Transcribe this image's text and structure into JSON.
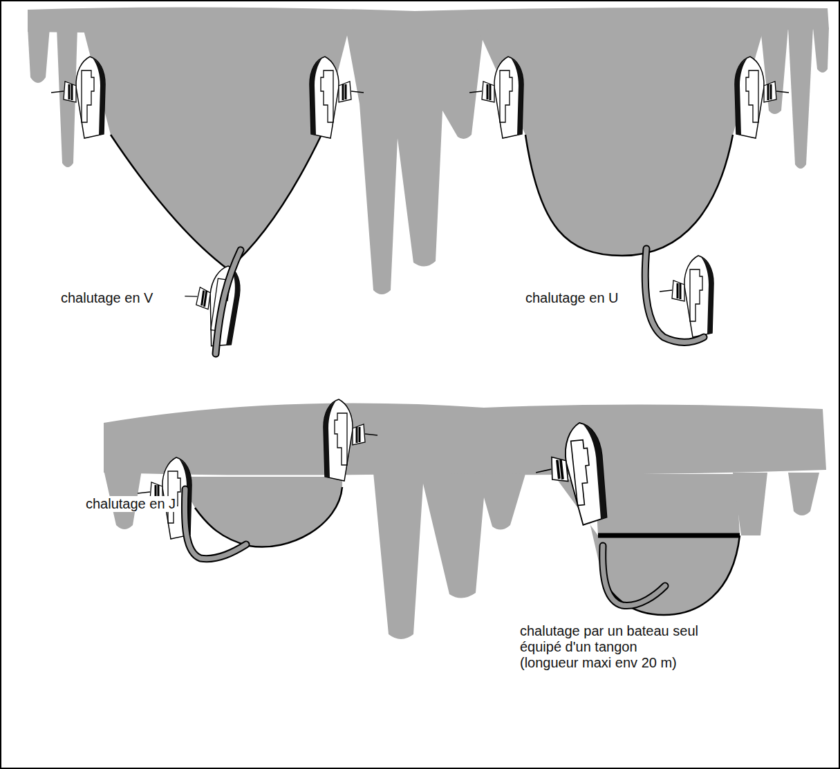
{
  "diagram": {
    "labels": [
      "chalutage en V",
      "chalutage en U",
      "chalutage en J",
      "chalutage par un bateau seul équipé d'un tangon (longueur maxi env 20 m)"
    ]
  }
}
